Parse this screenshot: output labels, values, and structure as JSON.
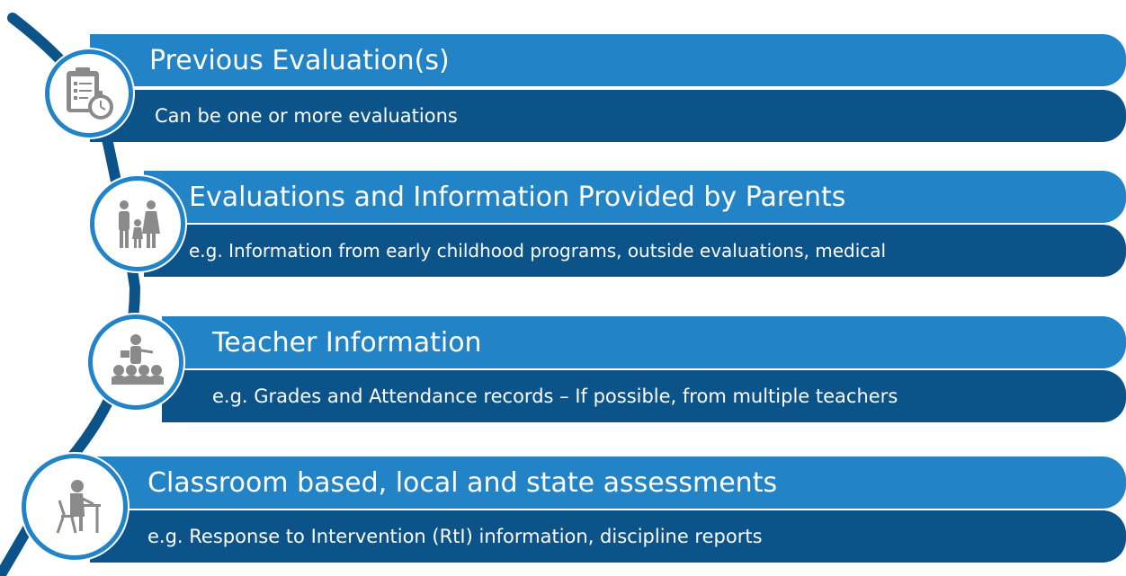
{
  "rows": [
    {
      "title": "Previous Evaluation(s)",
      "description": "Can be one or more evaluations",
      "icon": "clipboard-stopwatch-icon"
    },
    {
      "title": "Evaluations and Information Provided by Parents",
      "description": "e.g. Information from early childhood programs, outside evaluations, medical",
      "icon": "family-icon"
    },
    {
      "title": "Teacher Information",
      "description": "e.g. Grades and Attendance records – If possible, from multiple teachers",
      "icon": "teacher-students-icon"
    },
    {
      "title": "Classroom based, local and state assessments",
      "description": "e.g. Response to Intervention (RtI) information, discipline reports",
      "icon": "student-desk-icon"
    }
  ],
  "colors": {
    "title_bar": "#2283c6",
    "description_bar": "#0b5388",
    "spine": "#0b5388",
    "icon_gray": "#8a8a8a"
  }
}
